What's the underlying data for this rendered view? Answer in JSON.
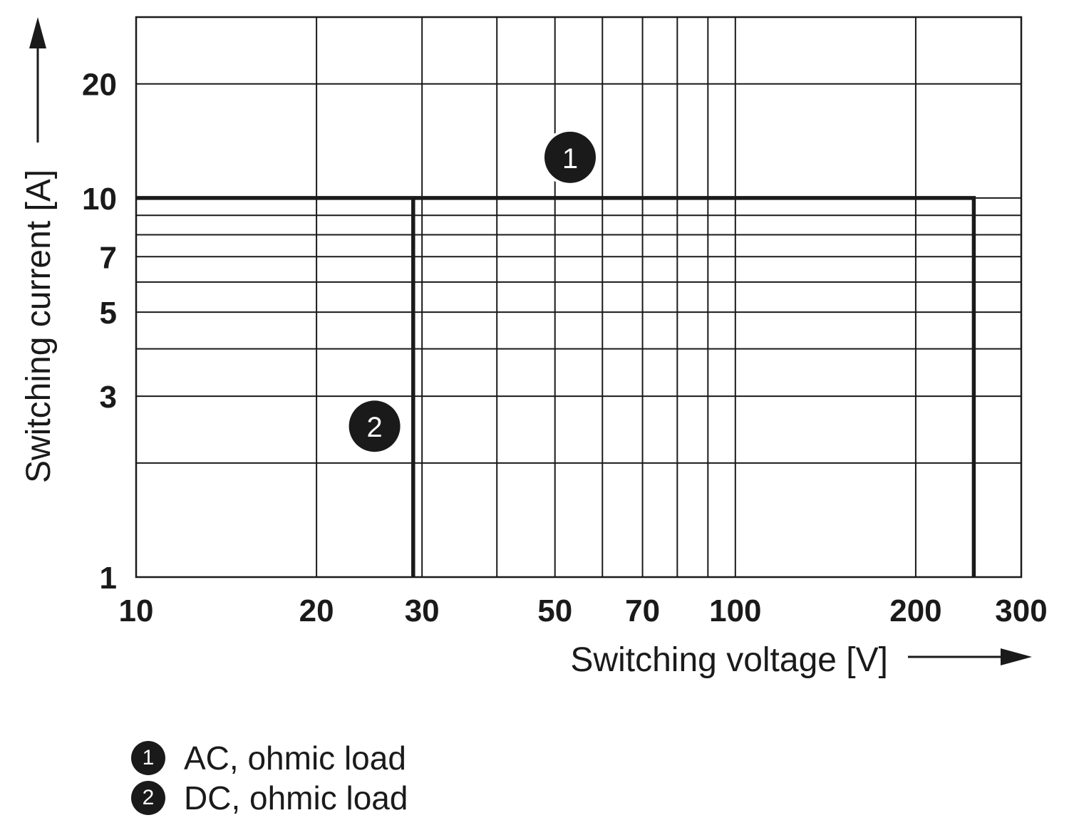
{
  "chart_data": {
    "type": "line",
    "xlabel": "Switching voltage [V]",
    "ylabel": "Switching current [A]",
    "x_scale": "log",
    "y_scale": "log",
    "xlim": [
      10,
      300
    ],
    "ylim": [
      1,
      30
    ],
    "grid": true,
    "x_ticks": [
      "10",
      "20",
      "30",
      "50",
      "70",
      "100",
      "200",
      "300"
    ],
    "y_ticks": [
      "1",
      "3",
      "5",
      "7",
      "10",
      "20"
    ],
    "x_gridlines": [
      10,
      20,
      30,
      40,
      50,
      60,
      70,
      80,
      90,
      100,
      200,
      300
    ],
    "y_gridlines": [
      1,
      2,
      3,
      4,
      5,
      6,
      7,
      8,
      9,
      10,
      20,
      30
    ],
    "series": [
      {
        "name": "AC, ohmic load",
        "marker": "1",
        "x": [
          10,
          250,
          250
        ],
        "y": [
          10,
          10,
          1
        ]
      },
      {
        "name": "DC, ohmic load",
        "marker": "2",
        "x": [
          29,
          29
        ],
        "y": [
          10,
          1
        ]
      }
    ],
    "annotations": [
      {
        "label": "1",
        "x": 53,
        "y": 12.8
      },
      {
        "label": "2",
        "x": 25,
        "y": 2.5
      }
    ]
  },
  "legend": [
    {
      "marker": "1",
      "label": "AC, ohmic load"
    },
    {
      "marker": "2",
      "label": "DC, ohmic load"
    }
  ],
  "colors": {
    "line": "#1a1a1a",
    "grid": "#1a1a1a",
    "marker_fill": "#1a1a1a",
    "marker_text": "#ffffff"
  }
}
